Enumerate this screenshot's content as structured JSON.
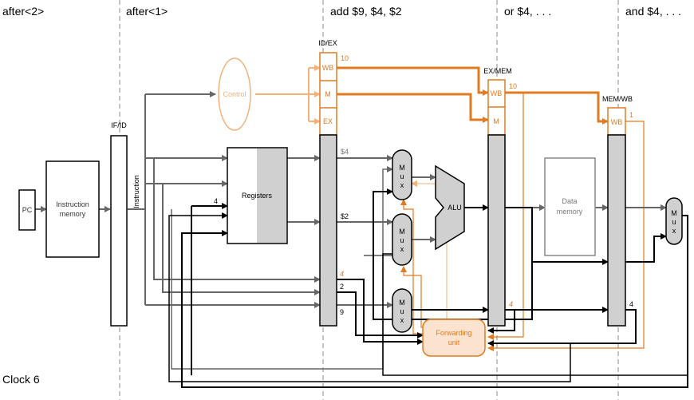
{
  "stages": {
    "s1": "after<2>",
    "s2": "after<1>",
    "s3": "add $9, $4, $2",
    "s4": "or $4, . . .",
    "s5": "and $4, . . ."
  },
  "clock": "Clock 6",
  "pipeline_registers": {
    "ifid": "IF/ID",
    "idex": "ID/EX",
    "exmem": "EX/MEM",
    "memwb": "MEM/WB"
  },
  "control_fields": {
    "wb": "WB",
    "m": "M",
    "ex": "EX"
  },
  "units": {
    "pc": "PC",
    "imem_line1": "Instruction",
    "imem_line2": "memory",
    "instruction": "Instruction",
    "registers": "Registers",
    "control": "Control",
    "alu": "ALU",
    "dmem_line1": "Data",
    "dmem_line2": "memory",
    "fwd_line1": "Forwarding",
    "fwd_line2": "unit",
    "mux_m": "M",
    "mux_u": "u",
    "mux_x": "x"
  },
  "signals": {
    "idex_wb": "10",
    "exmem_wb": "10",
    "memwb_wb": "1",
    "reg_rs": "$4",
    "reg_rt": "$2",
    "write_reg_in": "4",
    "idex_rs": "4",
    "idex_rt": "2",
    "idex_rd": "9",
    "exmem_rd": "4",
    "memwb_rd": "4"
  }
}
